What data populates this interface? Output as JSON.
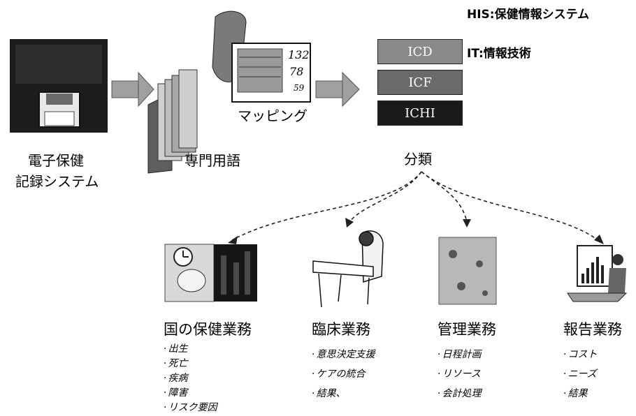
{
  "legend": {
    "his": "HIS:保健情報システム",
    "it": "IT:情報技術"
  },
  "ehr_label_line1": "電子保健",
  "ehr_label_line2": "記録システム",
  "terminology_label": "専門用語",
  "mapping_label": "マッピング",
  "monitor_readings": [
    "132",
    "78",
    "59"
  ],
  "classifications": [
    "ICD",
    "ICF",
    "ICHI"
  ],
  "classification_label": "分類",
  "colors": {
    "icd": "#8a8a8a",
    "icf": "#6a6a6a",
    "ichi": "#1a1a1a",
    "arrow": "#9a9a9a"
  },
  "areas": [
    {
      "title": "国の保健業務",
      "items": [
        "出生",
        "死亡",
        "疾病",
        "障害",
        "リスク要因"
      ]
    },
    {
      "title": "臨床業務",
      "items": [
        "意思決定支援",
        "ケアの統合",
        "結果、"
      ]
    },
    {
      "title": "管理業務",
      "items": [
        "日程計画",
        "リソース",
        "会計処理"
      ]
    },
    {
      "title": "報告業務",
      "items": [
        "コスト",
        "ニーズ",
        "結果"
      ]
    }
  ]
}
